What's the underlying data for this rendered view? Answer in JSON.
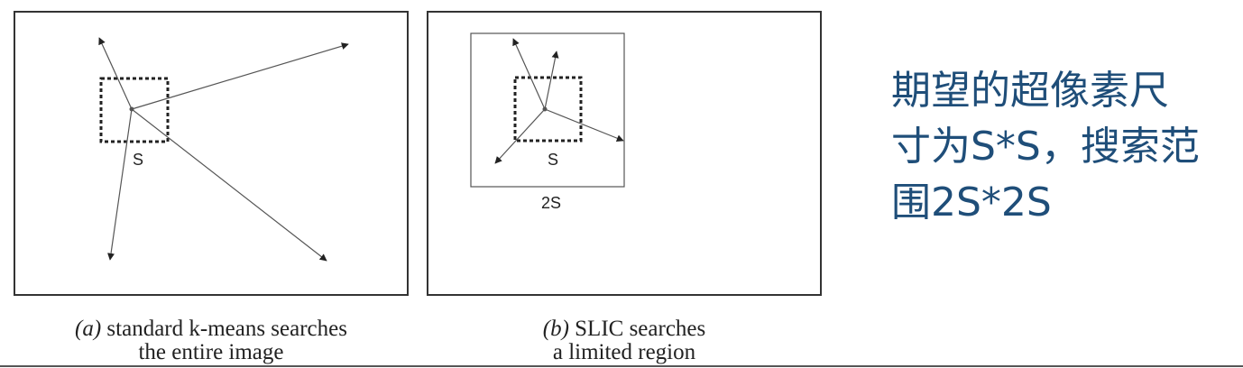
{
  "panel_a": {
    "inner_label": "S",
    "caption_prefix": "(a)",
    "caption_line1": "standard k-means searches",
    "caption_line2": "the entire image"
  },
  "panel_b": {
    "inner_label": "S",
    "region_label": "2S",
    "caption_prefix": "(b)",
    "caption_line1": "SLIC searches",
    "caption_line2": "a limited region"
  },
  "note": {
    "line1": "期望的超像素尺",
    "line2": "寸为S*S，搜索范",
    "line3": "围2S*2S"
  },
  "colors": {
    "note_text": "#1f4e79",
    "frame": "#333333",
    "arrow": "#444444"
  }
}
